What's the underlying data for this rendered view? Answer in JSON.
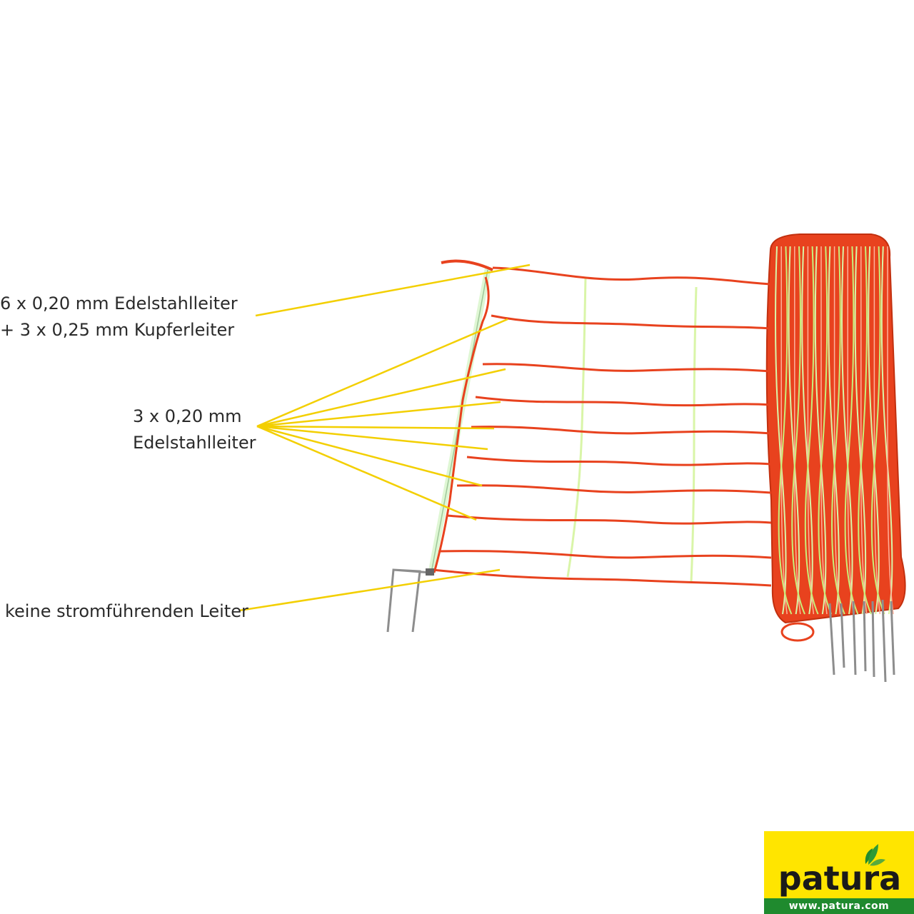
{
  "annotations": {
    "top": {
      "line1": "6 x 0,20 mm Edelstahlleiter",
      "line2": "+ 3 x 0,25 mm Kupferleiter"
    },
    "middle": {
      "line1": "3 x 0,20 mm",
      "line2": "Edelstahlleiter"
    },
    "bottom": {
      "line1": "keine stromführenden Leiter"
    }
  },
  "logo": {
    "wordmark": "patura",
    "url": "www.patura.com"
  },
  "colors": {
    "conductor_wire": "#e8421e",
    "vertical_strut": "#d9f5a8",
    "callout_line": "#f3cf00",
    "logo_yellow": "#ffe500",
    "logo_green": "#1f8a2e"
  }
}
